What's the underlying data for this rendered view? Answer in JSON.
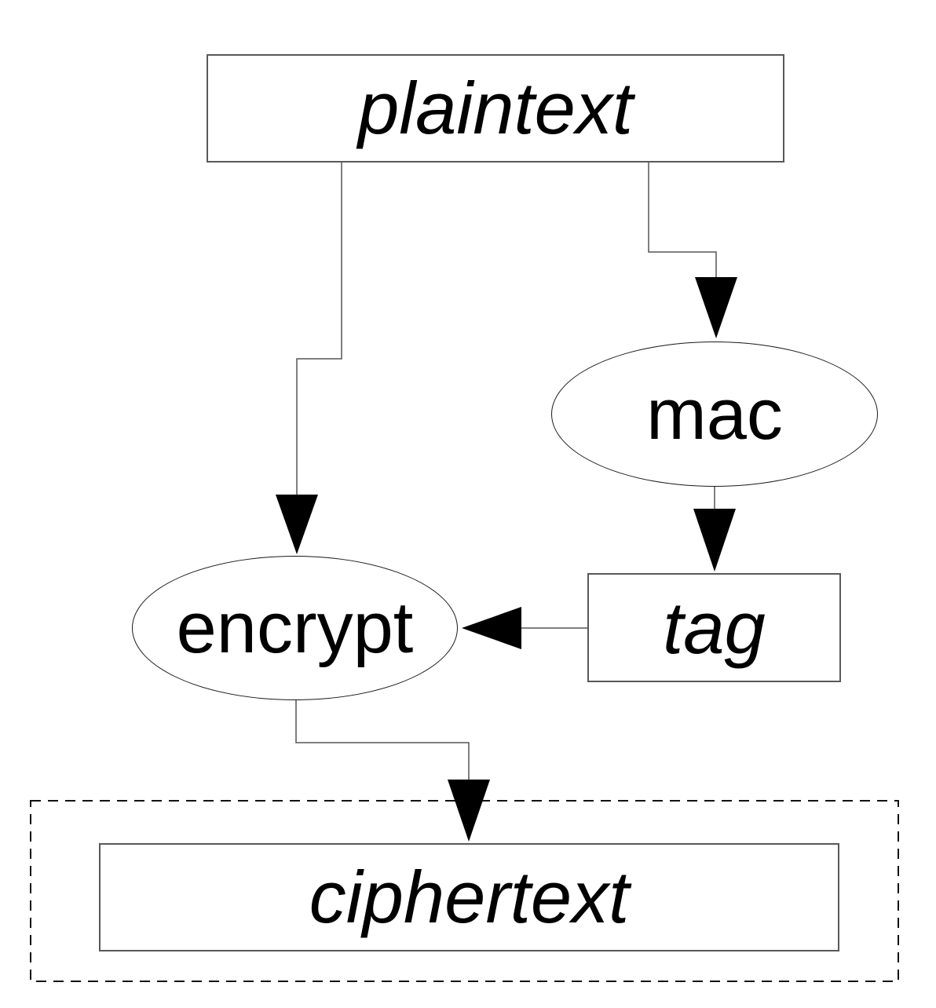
{
  "diagram": {
    "title_hint": "mac-then-encrypt flow",
    "nodes": {
      "plaintext": {
        "label": "plaintext",
        "shape": "rectangle",
        "text_style": "italic"
      },
      "mac": {
        "label": "mac",
        "shape": "ellipse",
        "text_style": "normal"
      },
      "tag": {
        "label": "tag",
        "shape": "rectangle",
        "text_style": "italic"
      },
      "encrypt": {
        "label": "encrypt",
        "shape": "ellipse",
        "text_style": "normal"
      },
      "ciphertext": {
        "label": "ciphertext",
        "shape": "rectangle",
        "text_style": "italic"
      }
    },
    "edges": [
      {
        "from": "plaintext",
        "to": "mac",
        "style": "elbow",
        "arrow": "filled-triangle"
      },
      {
        "from": "plaintext",
        "to": "encrypt",
        "style": "elbow",
        "arrow": "filled-triangle"
      },
      {
        "from": "mac",
        "to": "tag",
        "style": "straight",
        "arrow": "filled-triangle"
      },
      {
        "from": "tag",
        "to": "encrypt",
        "style": "straight",
        "arrow": "filled-triangle"
      },
      {
        "from": "encrypt",
        "to": "ciphertext",
        "style": "elbow",
        "arrow": "filled-triangle"
      }
    ],
    "boundary": {
      "around": "ciphertext",
      "line_style": "dashed"
    },
    "colors": {
      "background": "#ffffff",
      "node_fill": "#ffffff",
      "box_border": "#595959",
      "ellipse_border": "#1a1a1a",
      "connector": "#555555",
      "arrowhead": "#000000",
      "text": "#000000",
      "boundary": "#111111"
    }
  }
}
